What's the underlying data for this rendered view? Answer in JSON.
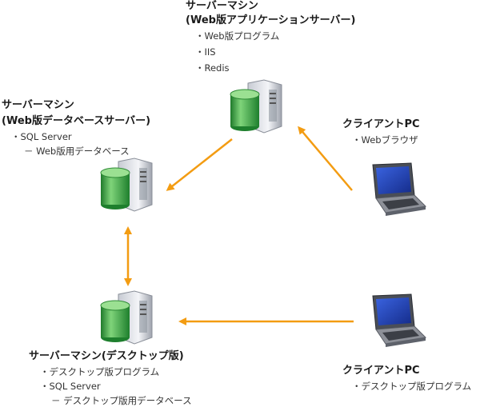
{
  "colors": {
    "arrow": "#F39C12",
    "cylinder": "#2E9E3A",
    "tower": "#D0D4DC",
    "laptop_screen": "#1F3FB8"
  },
  "app_server": {
    "title_line1": "サーバーマシン",
    "title_line2": "(Web版アプリケーションサーバー)",
    "items": [
      "・Web版プログラム",
      "・IIS",
      "・Redis"
    ]
  },
  "db_server_web": {
    "title_line1": "サーバーマシン",
    "title_line2": "(Web版データベースサーバー)",
    "items": [
      "・SQL Server",
      "－ Web版用データベース"
    ]
  },
  "desktop_server": {
    "title": "サーバーマシン(デスクトップ版)",
    "items": [
      "・デスクトップ版プログラム",
      "・SQL Server",
      "－ デスクトップ版用データベース"
    ]
  },
  "client_web": {
    "title": "クライアントPC",
    "items": [
      "・Webブラウザ"
    ]
  },
  "client_desktop": {
    "title": "クライアントPC",
    "items": [
      "・デスクトップ版プログラム"
    ]
  },
  "icons": {
    "server": "server-icon",
    "laptop": "laptop-icon"
  }
}
